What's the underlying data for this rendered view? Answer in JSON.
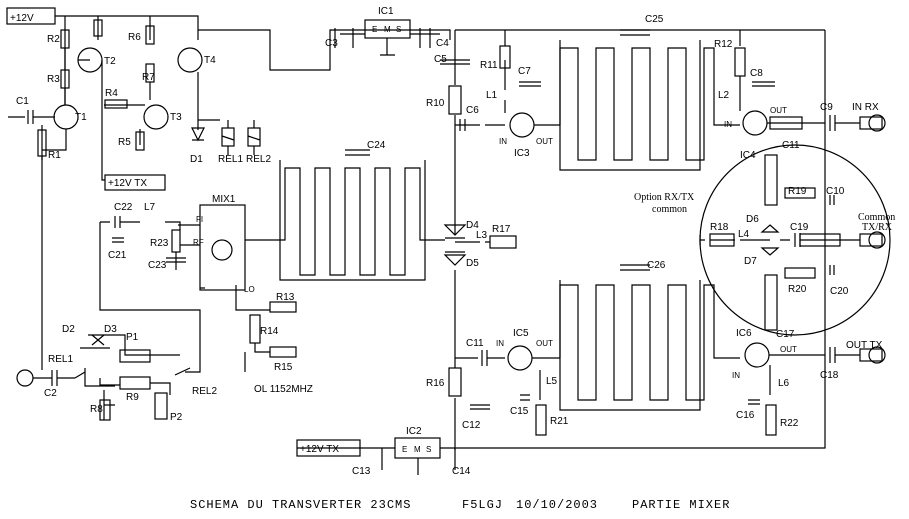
{
  "title": "SCHEMA DU TRANSVERTER 23CMS",
  "author": "F5LGJ",
  "date": "10/10/2003",
  "part": "PARTIE MIXER",
  "power": {
    "v12": "+12V",
    "v12tx": "+12V TX",
    "v12tx2": "+12V TX"
  },
  "ports": {
    "in_rx": "IN RX",
    "out_tx": "OUT TX",
    "common": "Common",
    "common2": "TX/RX"
  },
  "option": {
    "line1": "Option RX/TX",
    "line2": "common"
  },
  "lo": "OL 1152MHZ",
  "mixer": {
    "name": "MIX1",
    "pins": [
      "FI",
      "RF",
      "LO"
    ]
  },
  "regs": {
    "ic1": "IC1",
    "ic2": "IC2",
    "pins": [
      "E",
      "M",
      "S"
    ]
  },
  "amp_pins": {
    "in": "IN",
    "out": "OUT"
  },
  "labels": {
    "R1": "R1",
    "R2": "R2",
    "R3": "R3",
    "R4": "R4",
    "R5": "R5",
    "R6": "R6",
    "R7": "R7",
    "R8": "R8",
    "R9": "R9",
    "R10": "R10",
    "R11": "R11",
    "R12": "R12",
    "R13": "R13",
    "R14": "R14",
    "R15": "R15",
    "R16": "R16",
    "R17": "R17",
    "R18": "R18",
    "R19": "R19",
    "R20": "R20",
    "R21": "R21",
    "R22": "R22",
    "R23": "R23",
    "C1": "C1",
    "C2": "C2",
    "C3": "C3",
    "C4": "C4",
    "C5": "C5",
    "C6": "C6",
    "C7": "C7",
    "C8": "C8",
    "C9": "C9",
    "C10": "C10",
    "C11": "C11",
    "C11b": "C11",
    "C12": "C12",
    "C13": "C13",
    "C14": "C14",
    "C15": "C15",
    "C16": "C16",
    "C17": "C17",
    "C18": "C18",
    "C19": "C19",
    "C20": "C20",
    "C21": "C21",
    "C22": "C22",
    "C23": "C23",
    "C24": "C24",
    "C25": "C25",
    "C26": "C26",
    "T1": "T1",
    "T2": "T2",
    "T3": "T3",
    "T4": "T4",
    "D1": "D1",
    "D2": "D2",
    "D3": "D3",
    "D4": "D4",
    "D5": "D5",
    "D6": "D6",
    "D7": "D7",
    "L1": "L1",
    "L2": "L2",
    "L3": "L3",
    "L4": "L4",
    "L5": "L5",
    "L6": "L6",
    "L7": "L7",
    "IC3": "IC3",
    "IC4": "IC4",
    "IC5": "IC5",
    "IC6": "IC6",
    "REL1": "REL1",
    "REL2": "REL2",
    "REL1b": "REL1",
    "REL2b": "REL2",
    "P1": "P1",
    "P2": "P2"
  }
}
